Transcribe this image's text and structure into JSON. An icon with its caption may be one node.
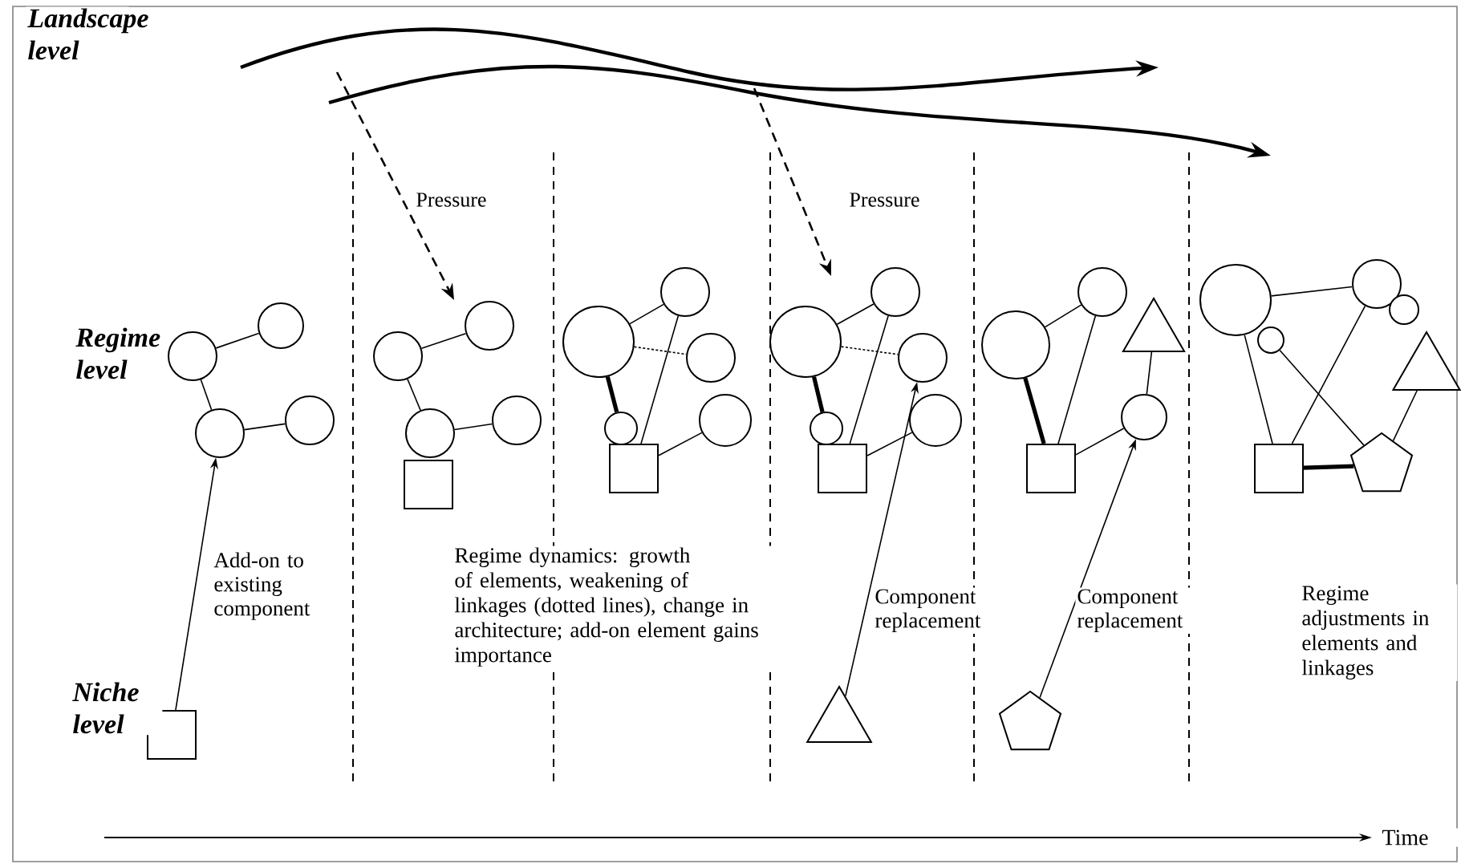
{
  "diagram": {
    "nodes": [
      {
        "text": [],
        "shape": "circle"
      },
      {
        "text": [],
        "shape": "circle"
      },
      {
        "text": [],
        "shape": "circle"
      },
      {
        "text": [],
        "shape": "circle"
      },
      {
        "text": [],
        "shape": "box"
      },
      {
        "text": [],
        "shape": "circle"
      },
      {
        "text": [],
        "shape": "circle"
      },
      {
        "text": [],
        "shape": "circle"
      },
      {
        "text": [],
        "shape": "circle"
      },
      {
        "text": [],
        "shape": "box"
      },
      {
        "text": [],
        "shape": "circle"
      },
      {
        "text": [],
        "shape": "circle"
      },
      {
        "text": [],
        "shape": "circle"
      },
      {
        "text": [],
        "shape": "circle"
      },
      {
        "text": [],
        "shape": "circle"
      },
      {
        "text": [],
        "shape": "box"
      },
      {
        "text": [],
        "shape": "circle"
      },
      {
        "text": [],
        "shape": "circle"
      },
      {
        "text": [],
        "shape": "circle"
      },
      {
        "text": [],
        "shape": "circle"
      },
      {
        "text": [],
        "shape": "circle"
      },
      {
        "text": [],
        "shape": "box"
      },
      {
        "text": [],
        "shape": "triangle"
      },
      {
        "text": [],
        "shape": "circle"
      },
      {
        "text": [],
        "shape": "circle"
      },
      {
        "text": [],
        "shape": "triangle"
      },
      {
        "text": [],
        "shape": "circle"
      },
      {
        "text": [],
        "shape": "box"
      },
      {
        "text": [],
        "shape": "pentagon"
      },
      {
        "text": [],
        "shape": "circle"
      },
      {
        "text": [],
        "shape": "circle"
      },
      {
        "text": [],
        "shape": "circle"
      },
      {
        "text": [],
        "shape": "circle"
      },
      {
        "text": [],
        "shape": "triangle"
      },
      {
        "text": [],
        "shape": "box"
      },
      {
        "text": [],
        "shape": "pentagon"
      }
    ],
    "edges": [
      {
        "from": 0,
        "to": 1,
        "arrow": "none"
      },
      {
        "from": 0,
        "to": 2,
        "arrow": "none"
      },
      {
        "from": 2,
        "to": 3,
        "arrow": "none"
      },
      {
        "from": 4,
        "to": 2,
        "arrow": "to",
        "label": "Add-on to existing component"
      },
      {
        "from": 5,
        "to": 6,
        "arrow": "none"
      },
      {
        "from": 5,
        "to": 7,
        "arrow": "none"
      },
      {
        "from": 7,
        "to": 8,
        "arrow": "none"
      },
      {
        "from": 10,
        "to": 11,
        "arrow": "none"
      },
      {
        "from": 10,
        "to": 12,
        "arrow": "none",
        "style": "dashed"
      },
      {
        "from": 10,
        "to": 13,
        "arrow": "none",
        "style": "thick"
      },
      {
        "from": 11,
        "to": 15,
        "arrow": "none"
      },
      {
        "from": 15,
        "to": 14,
        "arrow": "none"
      },
      {
        "from": 16,
        "to": 17,
        "arrow": "none"
      },
      {
        "from": 16,
        "to": 18,
        "arrow": "none",
        "style": "dashed"
      },
      {
        "from": 16,
        "to": 19,
        "arrow": "none",
        "style": "thick"
      },
      {
        "from": 17,
        "to": 21,
        "arrow": "none"
      },
      {
        "from": 21,
        "to": 20,
        "arrow": "none"
      },
      {
        "from": 22,
        "to": 18,
        "arrow": "to",
        "label": "Component replacement"
      },
      {
        "from": 23,
        "to": 24,
        "arrow": "none"
      },
      {
        "from": 23,
        "to": 27,
        "arrow": "none",
        "style": "thick"
      },
      {
        "from": 24,
        "to": 27,
        "arrow": "none"
      },
      {
        "from": 27,
        "to": 26,
        "arrow": "none"
      },
      {
        "from": 26,
        "to": 25,
        "arrow": "none"
      },
      {
        "from": 28,
        "to": 26,
        "arrow": "to",
        "label": "Component replacement"
      },
      {
        "from": 29,
        "to": 30,
        "arrow": "none"
      },
      {
        "from": 29,
        "to": 34,
        "arrow": "none"
      },
      {
        "from": 30,
        "to": 34,
        "arrow": "none"
      },
      {
        "from": 32,
        "to": 35,
        "arrow": "none"
      },
      {
        "from": 34,
        "to": 35,
        "arrow": "none",
        "style": "thick"
      },
      {
        "from": 35,
        "to": 33,
        "arrow": "none"
      }
    ],
    "labels": [
      "Landscape level",
      "Pressure",
      "Pressure",
      "Regime level",
      "Regime dynamics: growth of elements, weakening of linkages (dotted lines), change in architecture; add-on element gains importance",
      "Regime adjustments in elements and linkages",
      "Niche level",
      "Time"
    ]
  }
}
